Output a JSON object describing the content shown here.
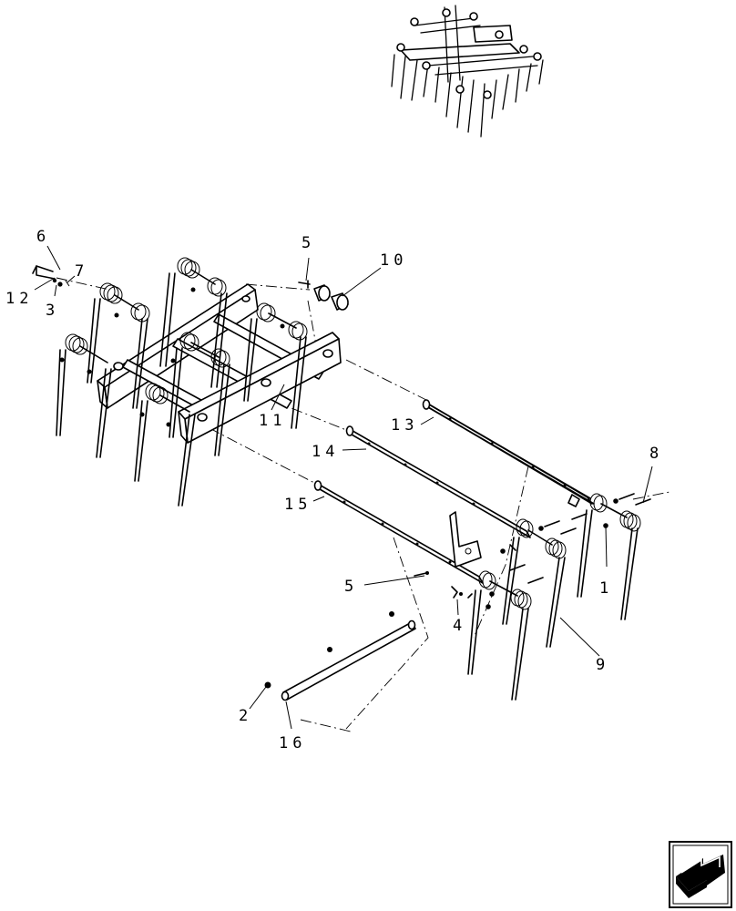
{
  "callouts": [
    {
      "id": "c1",
      "text": "1"
    },
    {
      "id": "c2",
      "text": "2"
    },
    {
      "id": "c3",
      "text": "3"
    },
    {
      "id": "c4",
      "text": "4"
    },
    {
      "id": "c5a",
      "text": "5"
    },
    {
      "id": "c5b",
      "text": "5"
    },
    {
      "id": "c6",
      "text": "6"
    },
    {
      "id": "c7",
      "text": "7"
    },
    {
      "id": "c8",
      "text": "8"
    },
    {
      "id": "c9",
      "text": "9"
    },
    {
      "id": "c10",
      "text": "10"
    },
    {
      "id": "c11",
      "text": "11"
    },
    {
      "id": "c12",
      "text": "12"
    },
    {
      "id": "c13",
      "text": "13"
    },
    {
      "id": "c14",
      "text": "14"
    },
    {
      "id": "c15",
      "text": "15"
    },
    {
      "id": "c16",
      "text": "16"
    }
  ],
  "icons": {
    "thumbnail": "assembly-thumbnail-icon",
    "navigation": "next-page-arrow-icon"
  },
  "colors": {
    "ink": "#000000",
    "paper": "#ffffff"
  }
}
